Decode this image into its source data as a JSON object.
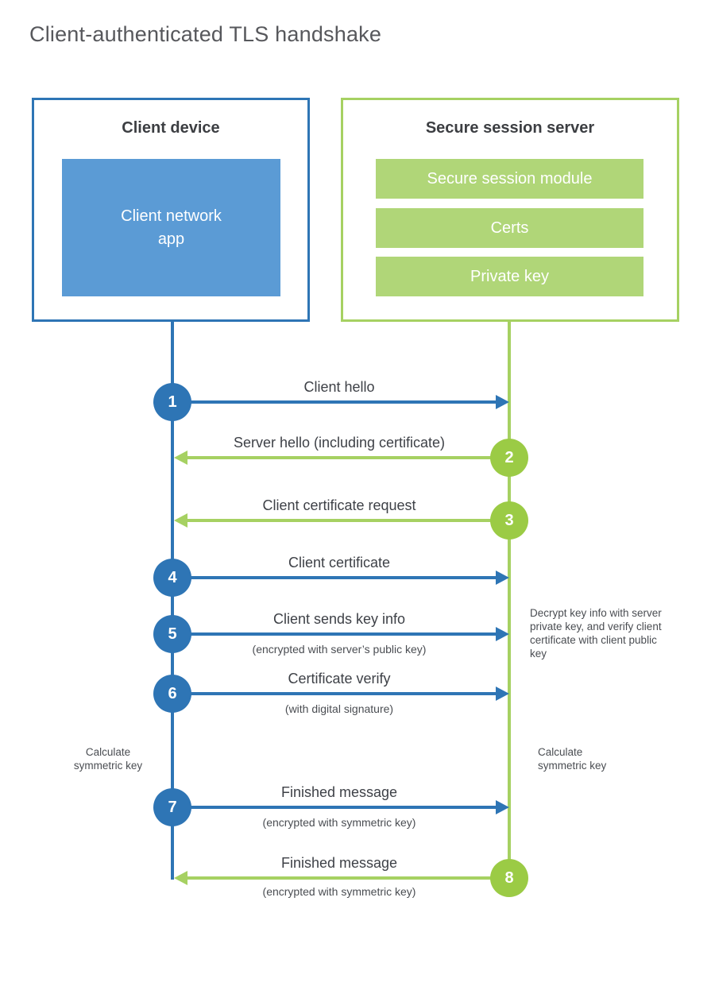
{
  "title": "Client-authenticated TLS handshake",
  "colors": {
    "blue": "#2e75b5",
    "blue-light": "#5b9bd5",
    "green": "#a6d162",
    "green-bar": "#b0d678",
    "green-circle": "#9bcb45"
  },
  "client_box": {
    "title": "Client device",
    "app_line1": "Client network",
    "app_line2": "app"
  },
  "server_box": {
    "title": "Secure session server",
    "modules": [
      "Secure session module",
      "Certs",
      "Private key"
    ]
  },
  "steps": [
    {
      "num": "1",
      "label": "Client hello",
      "sublabel": "",
      "direction": "client-to-server"
    },
    {
      "num": "2",
      "label": "Server hello (including certificate)",
      "sublabel": "",
      "direction": "server-to-client"
    },
    {
      "num": "3",
      "label": "Client certificate request",
      "sublabel": "",
      "direction": "server-to-client"
    },
    {
      "num": "4",
      "label": "Client certificate",
      "sublabel": "",
      "direction": "client-to-server"
    },
    {
      "num": "5",
      "label": "Client sends key info",
      "sublabel": "(encrypted with server’s public key)",
      "direction": "client-to-server"
    },
    {
      "num": "6",
      "label": "Certificate verify",
      "sublabel": "(with digital signature)",
      "direction": "client-to-server"
    },
    {
      "num": "7",
      "label": "Finished message",
      "sublabel": "(encrypted with symmetric key)",
      "direction": "client-to-server"
    },
    {
      "num": "8",
      "label": "Finished message",
      "sublabel": "(encrypted with symmetric key)",
      "direction": "server-to-client"
    }
  ],
  "annotations": {
    "decrypt_note": "Decrypt key info with server private key, and verify client certificate with client public key",
    "calc_left": "Calculate symmetric key",
    "calc_right": "Calculate symmetric key"
  }
}
